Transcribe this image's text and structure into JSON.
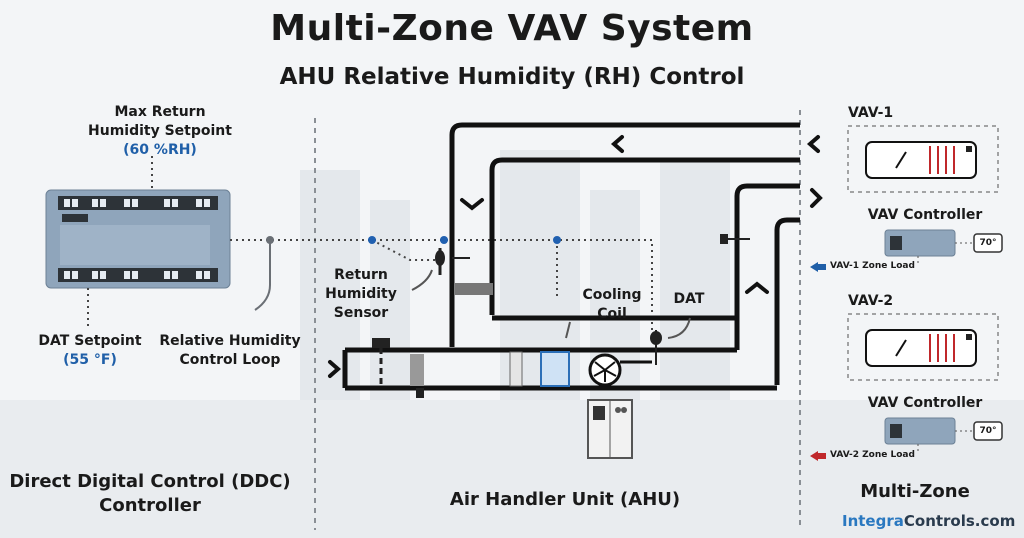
{
  "title": "Multi-Zone VAV System",
  "subtitle": "AHU Relative Humidity (RH) Control",
  "ddc": {
    "max_return_line1": "Max Return",
    "max_return_line2": "Humidity Setpoint",
    "max_return_value": "(60 %RH)",
    "dat_setpoint_label": "DAT Setpoint",
    "dat_setpoint_value": "(55 °F)",
    "loop_line1": "Relative Humidity",
    "loop_line2": "Control Loop",
    "section_line1": "Direct Digital Control (DDC)",
    "section_line2": "Controller"
  },
  "ahu": {
    "return_sensor_line1": "Return",
    "return_sensor_line2": "Humidity",
    "return_sensor_line3": "Sensor",
    "cooling_coil_line1": "Cooling",
    "cooling_coil_line2": "Coil",
    "dat_label": "DAT",
    "section_label": "Air Handler Unit (AHU)"
  },
  "zones": {
    "vav1": {
      "title": "VAV-1",
      "controller": "VAV Controller",
      "thermostat": "70°",
      "load": "VAV-1 Zone Load",
      "load_color": "#1f5fa8"
    },
    "vav2": {
      "title": "VAV-2",
      "controller": "VAV Controller",
      "thermostat": "70°",
      "load": "VAV-2 Zone Load",
      "load_color": "#c0282b"
    },
    "section_label": "Multi-Zone"
  },
  "brand": {
    "part1": "Integra",
    "part2": "Controls.com"
  }
}
